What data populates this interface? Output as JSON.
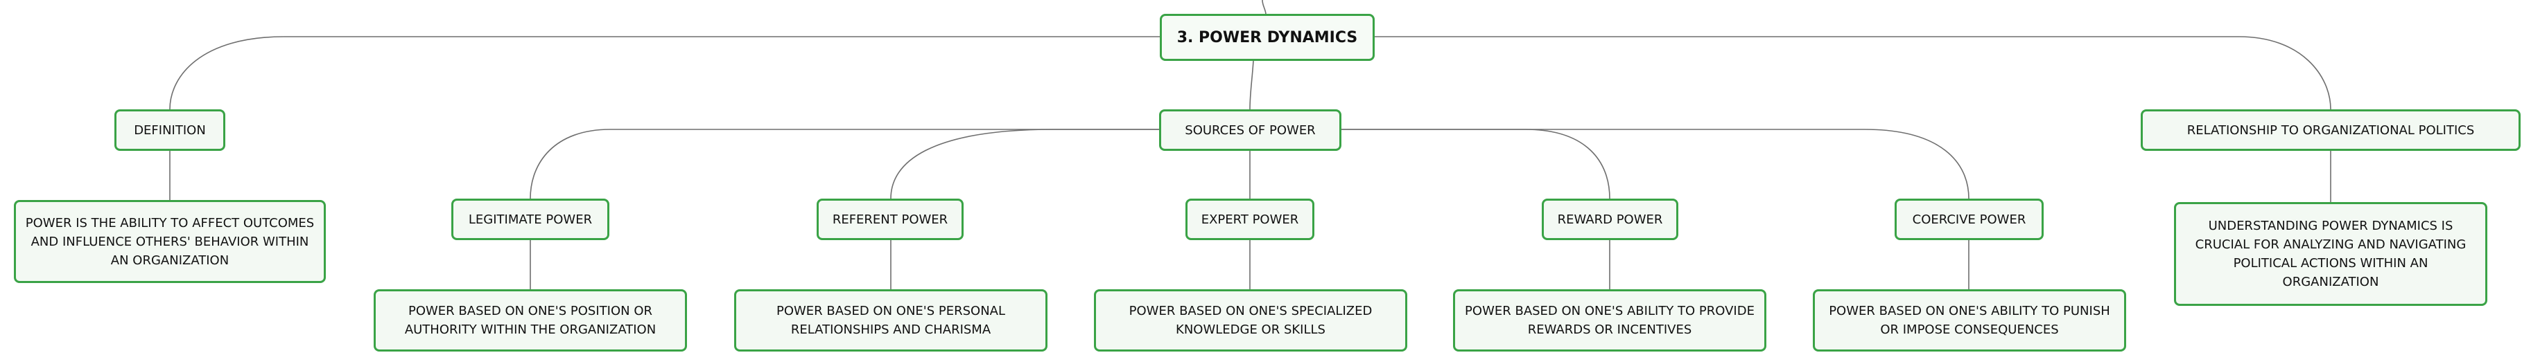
{
  "diagram": {
    "root": {
      "label": "3. POWER DYNAMICS"
    },
    "definition": {
      "label": "DEFINITION",
      "text": "POWER IS THE ABILITY TO AFFECT OUTCOMES AND INFLUENCE OTHERS' BEHAVIOR WITHIN AN ORGANIZATION"
    },
    "sources": {
      "label": "SOURCES OF POWER",
      "items": [
        {
          "label": "LEGITIMATE POWER",
          "text": "POWER BASED ON ONE'S POSITION OR AUTHORITY WITHIN THE ORGANIZATION"
        },
        {
          "label": "REFERENT POWER",
          "text": "POWER BASED ON ONE'S PERSONAL RELATIONSHIPS AND CHARISMA"
        },
        {
          "label": "EXPERT POWER",
          "text": "POWER BASED ON ONE'S SPECIALIZED KNOWLEDGE OR SKILLS"
        },
        {
          "label": "REWARD POWER",
          "text": "POWER BASED ON ONE'S ABILITY TO PROVIDE REWARDS OR INCENTIVES"
        },
        {
          "label": "COERCIVE POWER",
          "text": "POWER BASED ON ONE'S ABILITY TO PUNISH OR IMPOSE CONSEQUENCES"
        }
      ]
    },
    "politics": {
      "label": "RELATIONSHIP TO ORGANIZATIONAL POLITICS",
      "text": "UNDERSTANDING POWER DYNAMICS IS CRUCIAL FOR ANALYZING AND NAVIGATING POLITICAL ACTIONS WITHIN AN ORGANIZATION"
    }
  },
  "colors": {
    "node_border": "#3aa346",
    "node_fill": "#f3f9f3",
    "connector": "#6e6e6e"
  }
}
